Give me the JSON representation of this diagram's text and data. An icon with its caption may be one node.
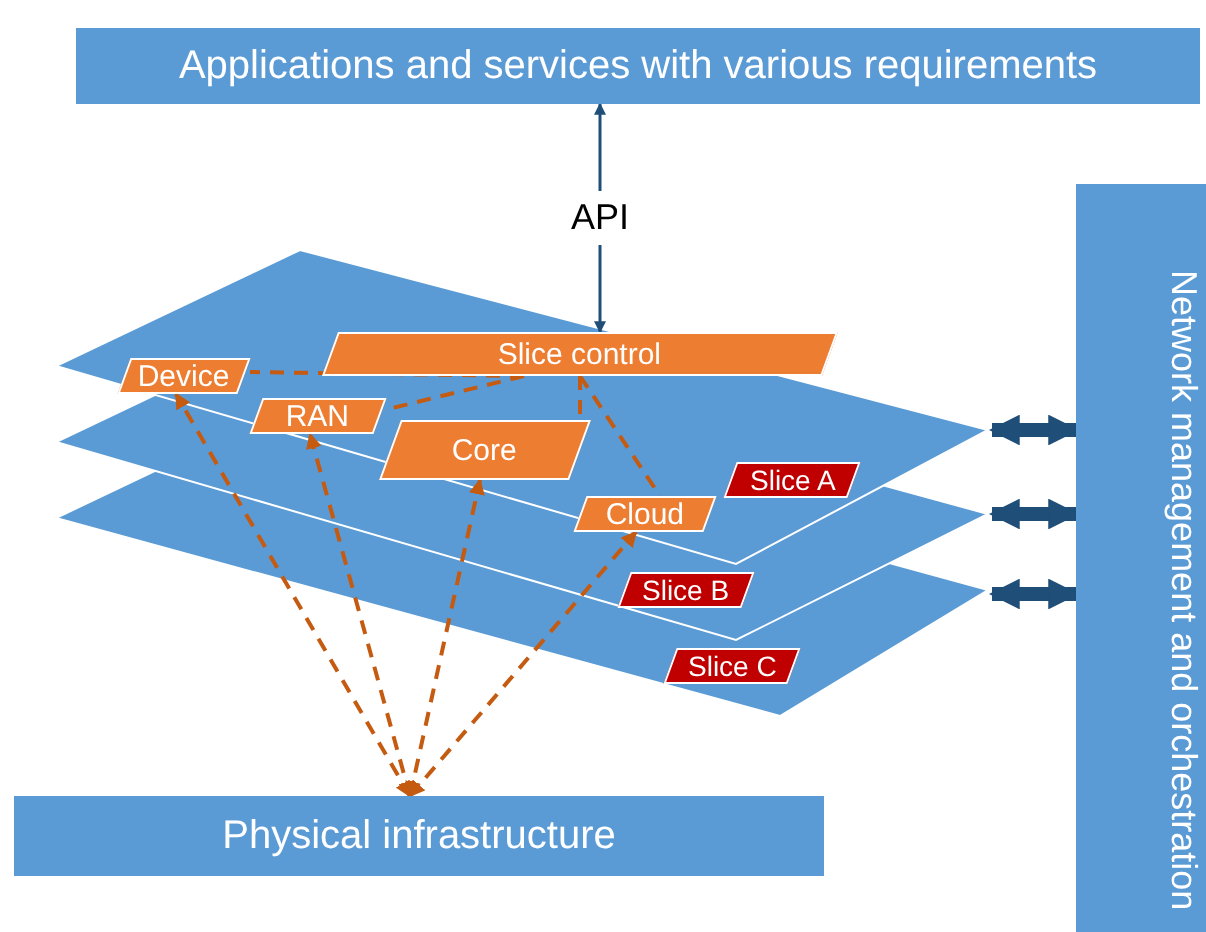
{
  "diagram": {
    "nodes": [
      {
        "text": [
          "Applications and services with various requirements"
        ]
      },
      {
        "text": [
          "Slice control"
        ]
      },
      {
        "text": [
          "Device"
        ]
      },
      {
        "text": [
          "RAN"
        ]
      },
      {
        "text": [
          "Core"
        ]
      },
      {
        "text": [
          "Cloud"
        ]
      },
      {
        "text": [
          "Slice A"
        ]
      },
      {
        "text": [
          "Slice B"
        ]
      },
      {
        "text": [
          "Slice C"
        ]
      },
      {
        "text": [
          "Physical infrastructure"
        ]
      },
      {
        "text": [
          "Network management and orchestration"
        ]
      }
    ],
    "edges": [
      {
        "from": 0,
        "to": 1,
        "arrow": "both",
        "label": "API",
        "color": "#1f4e79"
      },
      {
        "from": 1,
        "to": 2,
        "arrow": "none",
        "style": "dashed"
      },
      {
        "from": 1,
        "to": 3,
        "arrow": "none",
        "style": "dashed"
      },
      {
        "from": 1,
        "to": 4,
        "arrow": "none",
        "style": "dashed"
      },
      {
        "from": 1,
        "to": 5,
        "arrow": "none",
        "style": "dashed"
      },
      {
        "from": 9,
        "to": 2,
        "arrow": "both",
        "style": "dashed"
      },
      {
        "from": 9,
        "to": 3,
        "arrow": "both",
        "style": "dashed"
      },
      {
        "from": 9,
        "to": 4,
        "arrow": "both",
        "style": "dashed"
      },
      {
        "from": 9,
        "to": 5,
        "arrow": "both",
        "style": "dashed"
      },
      {
        "from": null,
        "to": 10,
        "arrow": "both",
        "style": "thick",
        "color": "#1f4e79"
      },
      {
        "from": null,
        "to": 10,
        "arrow": "both",
        "style": "thick",
        "color": "#1f4e79"
      },
      {
        "from": null,
        "to": 10,
        "arrow": "both",
        "style": "thick",
        "color": "#1f4e79"
      }
    ]
  }
}
